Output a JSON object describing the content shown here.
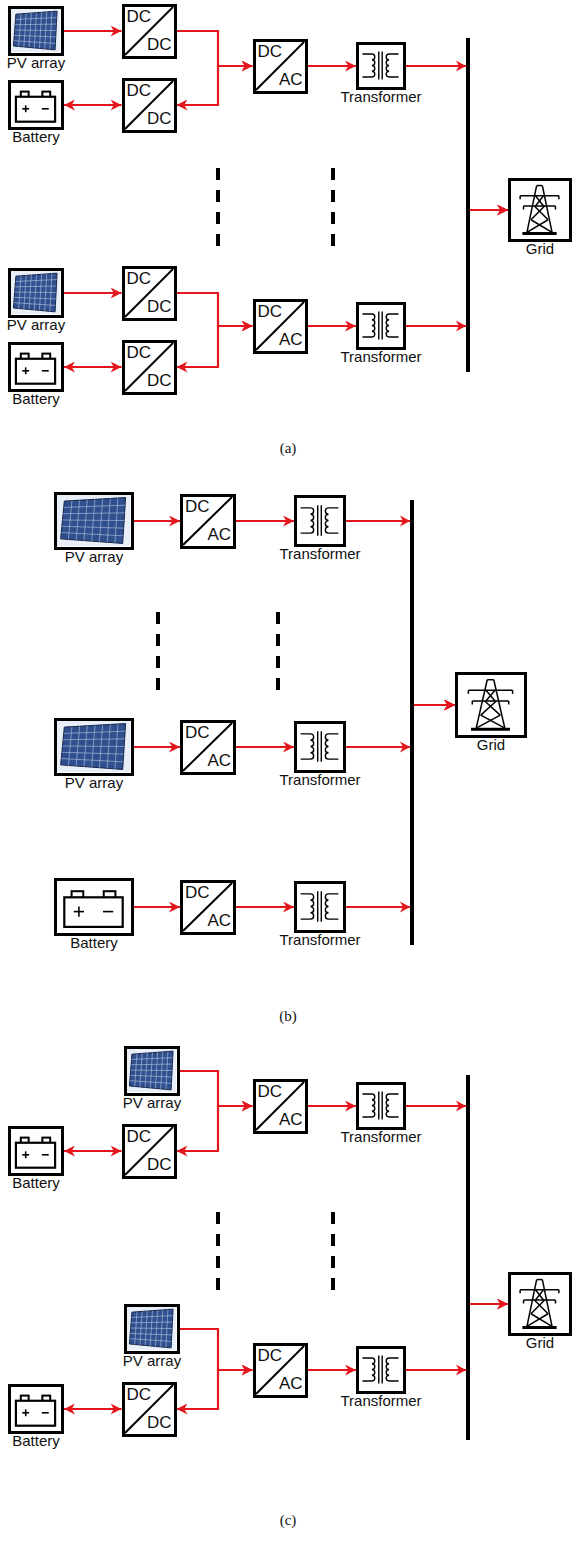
{
  "diagram": {
    "nodes": [
      {
        "text": [
          "PV array"
        ]
      },
      {
        "text": [
          "DC",
          "DC"
        ]
      },
      {
        "text": [
          "DC",
          "AC"
        ]
      },
      {
        "text": [
          "Transformer"
        ]
      },
      {
        "text": [
          "Battery"
        ]
      },
      {
        "text": [
          "DC",
          "DC"
        ]
      },
      {
        "text": [
          "Grid"
        ]
      },
      {
        "text": [
          "PV array"
        ]
      },
      {
        "text": [
          "DC",
          "DC"
        ]
      },
      {
        "text": [
          "DC",
          "AC"
        ]
      },
      {
        "text": [
          "Transformer"
        ]
      },
      {
        "text": [
          "Battery"
        ]
      },
      {
        "text": [
          "DC",
          "DC"
        ]
      },
      {
        "text": [
          "PV array"
        ]
      },
      {
        "text": [
          "DC",
          "AC"
        ]
      },
      {
        "text": [
          "Transformer"
        ]
      },
      {
        "text": [
          "Grid"
        ]
      },
      {
        "text": [
          "PV array"
        ]
      },
      {
        "text": [
          "DC",
          "AC"
        ]
      },
      {
        "text": [
          "Transformer"
        ]
      },
      {
        "text": [
          "Battery"
        ]
      },
      {
        "text": [
          "DC",
          "AC"
        ]
      },
      {
        "text": [
          "Transformer"
        ]
      },
      {
        "text": [
          "PV array"
        ]
      },
      {
        "text": [
          "DC",
          "AC"
        ]
      },
      {
        "text": [
          "Transformer"
        ]
      },
      {
        "text": [
          "Battery"
        ]
      },
      {
        "text": [
          "DC",
          "DC"
        ]
      },
      {
        "text": [
          "Grid"
        ]
      },
      {
        "text": [
          "PV array"
        ]
      },
      {
        "text": [
          "DC",
          "AC"
        ]
      },
      {
        "text": [
          "Transformer"
        ]
      },
      {
        "text": [
          "Battery"
        ]
      },
      {
        "text": [
          "DC",
          "DC"
        ]
      }
    ],
    "edges": [
      {
        "from": 0,
        "to": 1,
        "arrow": "to"
      },
      {
        "from": 1,
        "to": 2,
        "arrow": "to"
      },
      {
        "from": 4,
        "to": 5,
        "arrow": "both"
      },
      {
        "from": 5,
        "to": 2,
        "arrow": "both"
      },
      {
        "from": 2,
        "to": 3,
        "arrow": "to"
      },
      {
        "from": 3,
        "to": 6,
        "arrow": "to"
      },
      {
        "from": 7,
        "to": 8,
        "arrow": "to"
      },
      {
        "from": 8,
        "to": 9,
        "arrow": "to"
      },
      {
        "from": 11,
        "to": 12,
        "arrow": "both"
      },
      {
        "from": 12,
        "to": 9,
        "arrow": "both"
      },
      {
        "from": 9,
        "to": 10,
        "arrow": "to"
      },
      {
        "from": 10,
        "to": 6,
        "arrow": "to"
      },
      {
        "from": 13,
        "to": 14,
        "arrow": "to"
      },
      {
        "from": 14,
        "to": 15,
        "arrow": "to"
      },
      {
        "from": 15,
        "to": 16,
        "arrow": "to"
      },
      {
        "from": 17,
        "to": 18,
        "arrow": "to"
      },
      {
        "from": 18,
        "to": 19,
        "arrow": "to"
      },
      {
        "from": 19,
        "to": 16,
        "arrow": "to"
      },
      {
        "from": 20,
        "to": 21,
        "arrow": "to"
      },
      {
        "from": 21,
        "to": 22,
        "arrow": "to"
      },
      {
        "from": 22,
        "to": 16,
        "arrow": "to"
      },
      {
        "from": 23,
        "to": 24,
        "arrow": "to"
      },
      {
        "from": 26,
        "to": 27,
        "arrow": "both"
      },
      {
        "from": 27,
        "to": 24,
        "arrow": "both"
      },
      {
        "from": 24,
        "to": 25,
        "arrow": "to"
      },
      {
        "from": 25,
        "to": 28,
        "arrow": "to"
      },
      {
        "from": 29,
        "to": 30,
        "arrow": "to"
      },
      {
        "from": 32,
        "to": 33,
        "arrow": "both"
      },
      {
        "from": 33,
        "to": 30,
        "arrow": "both"
      },
      {
        "from": 30,
        "to": 31,
        "arrow": "to"
      },
      {
        "from": 31,
        "to": 28,
        "arrow": "to"
      }
    ],
    "labels": [
      "(a)",
      "(b)",
      "(c)"
    ]
  }
}
